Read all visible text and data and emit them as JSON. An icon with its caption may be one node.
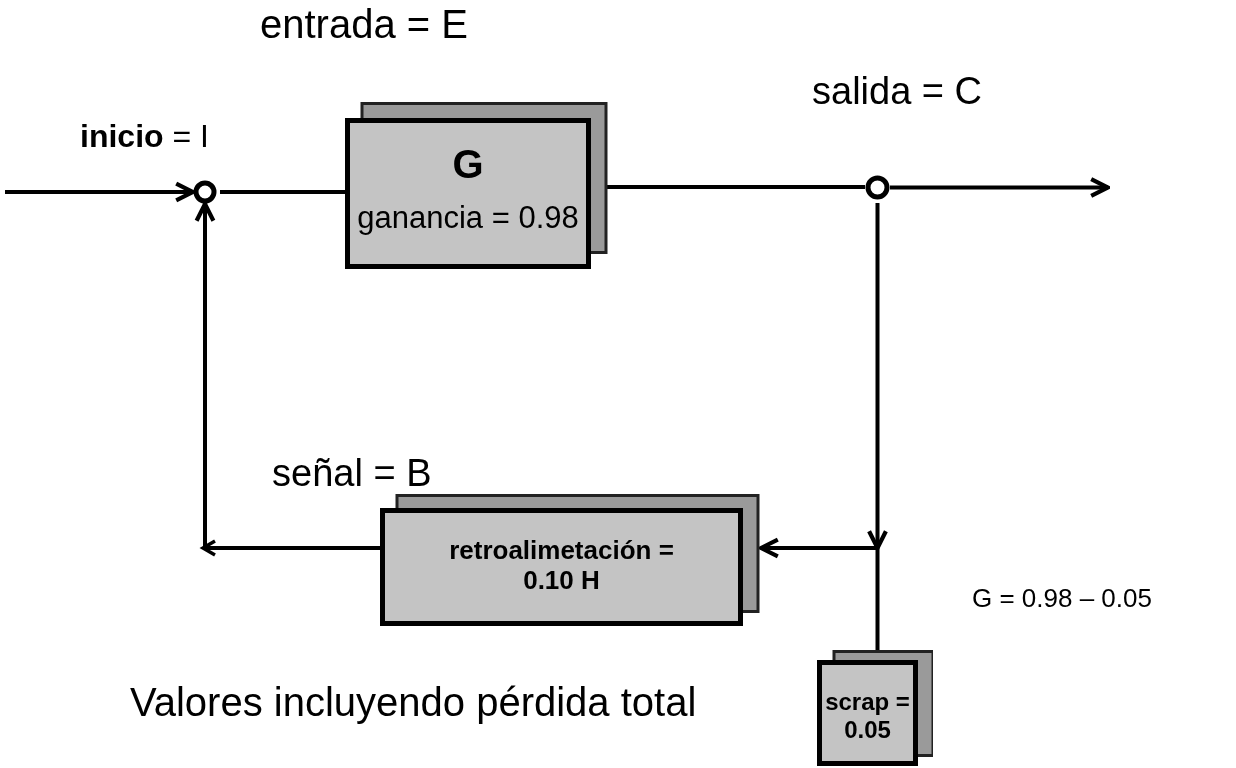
{
  "diagram": {
    "nodes": [
      {
        "text": [],
        "shape": "circle"
      },
      {
        "text": [
          "G",
          "ganancia = 0.98"
        ]
      },
      {
        "text": [],
        "shape": "circle"
      },
      {
        "text": [
          "retroalimetación = 0.10 H"
        ]
      },
      {
        "text": [
          "scrap = 0.05"
        ]
      }
    ],
    "edges": [
      {
        "from": null,
        "to": 0,
        "arrow": "to"
      },
      {
        "from": 0,
        "to": 1,
        "arrow": "none"
      },
      {
        "from": 1,
        "to": 2,
        "arrow": "none"
      },
      {
        "from": 2,
        "to": null,
        "arrow": "to"
      },
      {
        "from": 2,
        "to": 3,
        "arrow": "to"
      },
      {
        "from": 2,
        "to": 4,
        "arrow": "none"
      },
      {
        "from": 3,
        "to": 0,
        "arrow": "to"
      }
    ],
    "labels": [
      "entrada = E",
      "salida = C",
      "**inicio** = I",
      "señal = B",
      "G = 0.98 – 0.05",
      "Valores incluyendo pérdida total"
    ]
  }
}
